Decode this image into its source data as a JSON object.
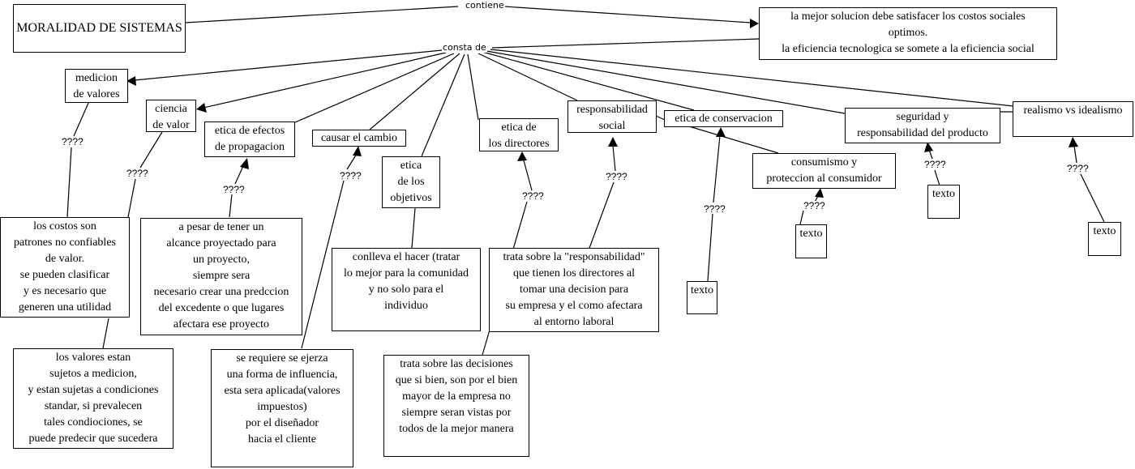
{
  "concepts": {
    "root": "MORALIDAD DE SISTEMAS",
    "principle": "la mejor solucion debe satisfacer los costos sociales\noptimos.\nla eficiencia tecnologica se somete a la eficiencia social",
    "medicion": "medicion\nde valores",
    "ciencia": "ciencia\nde valor",
    "efectos": "etica de efectos\nde propagacion",
    "cambio": "causar el cambio",
    "objetivos": "etica\nde los\nobjetivos",
    "directores": "etica de\nlos directores",
    "responsabilidad": "responsabilidad\nsocial",
    "conservacion": "etica de conservacion",
    "consumismo": "consumismo y\nproteccion al consumidor",
    "seguridad": "seguridad y\nresponsabilidad del producto",
    "realismo": "realismo vs idealismo",
    "costos": "los costos son\npatrones no confiables\nde valor.\nse pueden clasificar\ny es necesario que\ngeneren una utilidad",
    "valores": "los valores estan\nsujetos a medicion,\ny estan sujetas a condiciones\nstandar, si prevalecen\ntales condiociones, se\npuede predecir que sucedera",
    "pesar": "a pesar de tener un\nalcance proyectado para\nun proyecto,\nsiempre sera\nnecesario crear una predccion\ndel excedente o que lugares\nafectara ese proyecto",
    "influencia": "se requiere se ejerza\nuna forma de influencia,\nesta sera aplicada(valores\nimpuestos)\npor el diseñador\nhacia el cliente",
    "conlleva": "conlleva el hacer (tratar\nlo mejor para la comunidad\ny no solo para el\nindividuo",
    "trata_resp": "trata sobre la \"responsabilidad\"\nque tienen los directores al\ntomar una decision para\nsu empresa y el como afectara\nal entorno laboral",
    "trata_dec": "trata sobre las decisiones\nque si bien, son por el bien\nmayor de la empresa no\nsiempre seran vistas por\ntodos de la mejor manera",
    "texto_conservacion": "texto",
    "texto_consumismo": "texto",
    "texto_seguridad": "texto",
    "texto_realismo": "texto"
  },
  "link_labels": {
    "contiene": "contiene",
    "consta_de": "consta de",
    "unknown": "????"
  }
}
